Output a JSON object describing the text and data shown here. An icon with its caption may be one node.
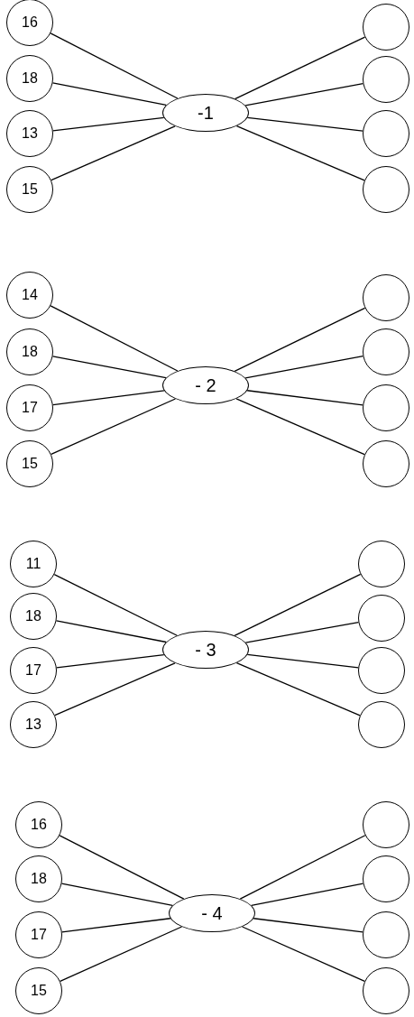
{
  "diagram": {
    "nodes": [
      {
        "text": [
          "16"
        ]
      },
      {
        "text": [
          "18"
        ]
      },
      {
        "text": [
          "13"
        ]
      },
      {
        "text": [
          "15"
        ]
      },
      {
        "text": [
          "-1"
        ]
      },
      {
        "text": [],
        "shape": "circle"
      },
      {
        "text": [],
        "shape": "circle"
      },
      {
        "text": [],
        "shape": "circle"
      },
      {
        "text": [],
        "shape": "circle"
      },
      {
        "text": [
          "14"
        ]
      },
      {
        "text": [
          "18"
        ]
      },
      {
        "text": [
          "17"
        ]
      },
      {
        "text": [
          "15"
        ]
      },
      {
        "text": [
          "- 2"
        ]
      },
      {
        "text": [],
        "shape": "circle"
      },
      {
        "text": [],
        "shape": "circle"
      },
      {
        "text": [],
        "shape": "circle"
      },
      {
        "text": [],
        "shape": "circle"
      },
      {
        "text": [
          "11"
        ]
      },
      {
        "text": [
          "18"
        ]
      },
      {
        "text": [
          "17"
        ]
      },
      {
        "text": [
          "13"
        ]
      },
      {
        "text": [
          "- 3"
        ]
      },
      {
        "text": [],
        "shape": "circle"
      },
      {
        "text": [],
        "shape": "circle"
      },
      {
        "text": [],
        "shape": "circle"
      },
      {
        "text": [],
        "shape": "circle"
      },
      {
        "text": [
          "16"
        ]
      },
      {
        "text": [
          "18"
        ]
      },
      {
        "text": [
          "17"
        ]
      },
      {
        "text": [
          "15"
        ]
      },
      {
        "text": [
          "- 4"
        ]
      },
      {
        "text": [],
        "shape": "circle"
      },
      {
        "text": [],
        "shape": "circle"
      },
      {
        "text": [],
        "shape": "circle"
      },
      {
        "text": [],
        "shape": "circle"
      }
    ],
    "edges": [
      {
        "from": 0,
        "to": 4,
        "arrow": "none"
      },
      {
        "from": 1,
        "to": 4,
        "arrow": "none"
      },
      {
        "from": 2,
        "to": 4,
        "arrow": "none"
      },
      {
        "from": 3,
        "to": 4,
        "arrow": "none"
      },
      {
        "from": 4,
        "to": 5,
        "arrow": "none"
      },
      {
        "from": 4,
        "to": 6,
        "arrow": "none"
      },
      {
        "from": 4,
        "to": 7,
        "arrow": "none"
      },
      {
        "from": 4,
        "to": 8,
        "arrow": "none"
      },
      {
        "from": 9,
        "to": 13,
        "arrow": "none"
      },
      {
        "from": 10,
        "to": 13,
        "arrow": "none"
      },
      {
        "from": 11,
        "to": 13,
        "arrow": "none"
      },
      {
        "from": 12,
        "to": 13,
        "arrow": "none"
      },
      {
        "from": 13,
        "to": 14,
        "arrow": "none"
      },
      {
        "from": 13,
        "to": 15,
        "arrow": "none"
      },
      {
        "from": 13,
        "to": 16,
        "arrow": "none"
      },
      {
        "from": 13,
        "to": 17,
        "arrow": "none"
      },
      {
        "from": 18,
        "to": 22,
        "arrow": "none"
      },
      {
        "from": 19,
        "to": 22,
        "arrow": "none"
      },
      {
        "from": 20,
        "to": 22,
        "arrow": "none"
      },
      {
        "from": 21,
        "to": 22,
        "arrow": "none"
      },
      {
        "from": 22,
        "to": 23,
        "arrow": "none"
      },
      {
        "from": 22,
        "to": 24,
        "arrow": "none"
      },
      {
        "from": 22,
        "to": 25,
        "arrow": "none"
      },
      {
        "from": 22,
        "to": 26,
        "arrow": "none"
      },
      {
        "from": 27,
        "to": 31,
        "arrow": "none"
      },
      {
        "from": 28,
        "to": 31,
        "arrow": "none"
      },
      {
        "from": 29,
        "to": 31,
        "arrow": "none"
      },
      {
        "from": 30,
        "to": 31,
        "arrow": "none"
      },
      {
        "from": 31,
        "to": 32,
        "arrow": "none"
      },
      {
        "from": 31,
        "to": 33,
        "arrow": "none"
      },
      {
        "from": 31,
        "to": 34,
        "arrow": "none"
      },
      {
        "from": 31,
        "to": 35,
        "arrow": "none"
      }
    ]
  }
}
